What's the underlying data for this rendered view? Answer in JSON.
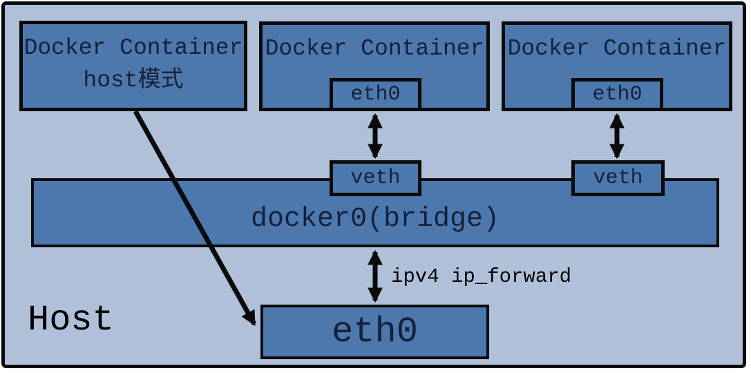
{
  "diagram": {
    "host": {
      "label": "Host"
    },
    "containers": [
      {
        "title": "Docker Container",
        "subtitle": "host模式"
      },
      {
        "title": "Docker Container",
        "eth": "eth0"
      },
      {
        "title": "Docker Container",
        "eth": "eth0"
      }
    ],
    "veths": [
      {
        "label": "veth"
      },
      {
        "label": "veth"
      }
    ],
    "bridge": {
      "label": "docker0(bridge)"
    },
    "host_eth": {
      "label": "eth0"
    },
    "ip_forward": {
      "label": "ipv4 ip_forward"
    },
    "colors": {
      "background": "#b0c0d8",
      "box_fill": "#4d78ad",
      "border": "#0a0a0a",
      "box_text": "#15203a",
      "outer_text": "#000000"
    }
  }
}
